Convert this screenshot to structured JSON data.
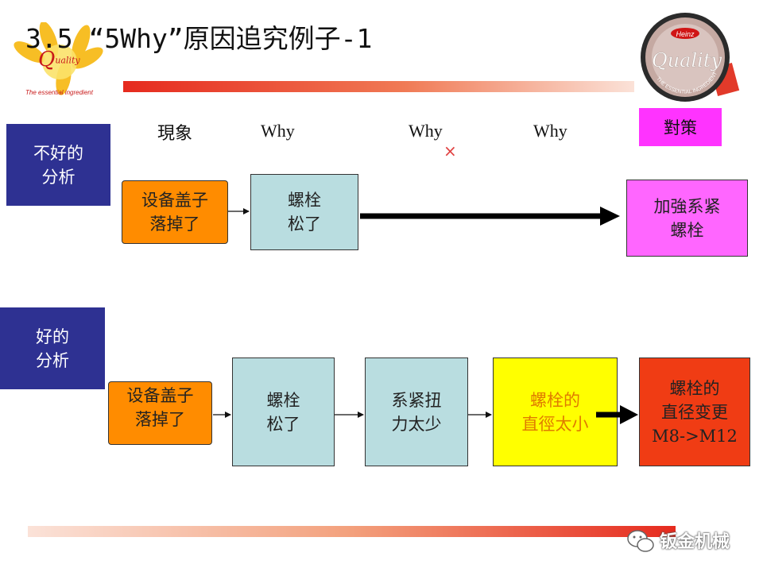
{
  "slide": {
    "title": "3.5 “5Why”原因追究例子-1",
    "logo_left": {
      "brand": "Q",
      "brand_small": "uality",
      "tagline": "The essential ingredient"
    },
    "logo_right": {
      "brand": "Quality",
      "tagline": "THE ESSENTIAL INGREDIENT"
    },
    "watermark": "钣金机械"
  },
  "headers": {
    "phenomenon": "現象",
    "why1": "Why",
    "why2": "Why",
    "why3": "Why",
    "countermeasure": "對策",
    "cross_mark": "×"
  },
  "bad_analysis": {
    "label": "不好的\n 分析",
    "phenomenon": "设备盖子\n落掉了",
    "cause": "螺栓\n松了",
    "countermeasure": "加強系紧\n螺栓"
  },
  "good_analysis": {
    "label": "好的\n分析",
    "phenomenon": "设备盖子\n落掉了",
    "cause1": "螺栓\n松了",
    "cause2": "系紧扭\n力太少",
    "cause3": "螺栓的\n直徑太小",
    "countermeasure": "螺栓的\n直径变更\nM8->M12"
  },
  "colors": {
    "side_label": "#2e3192",
    "phenomenon_box": "#ff8c00",
    "cause_box": "#b9dde0",
    "bad_countermeasure": "#ff66ff",
    "root_cause": "#ffff00",
    "good_countermeasure": "#f03c14",
    "accent_bar": "#e62a1e"
  }
}
